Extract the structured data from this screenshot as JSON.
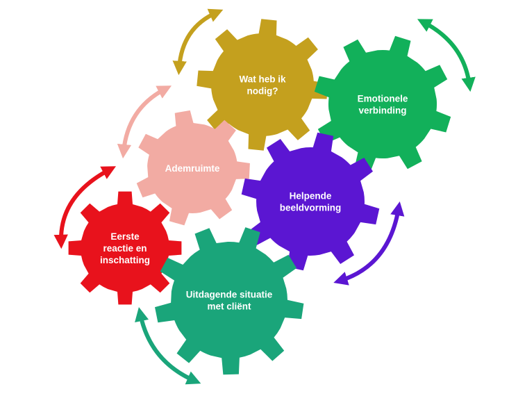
{
  "diagram": {
    "gears": [
      {
        "id": "wat-heb-ik-nodig",
        "lines": [
          "Wat heb ik",
          "nodig?"
        ],
        "color": "#C4A01E"
      },
      {
        "id": "emotionele-verbinding",
        "lines": [
          "Emotionele",
          "verbinding"
        ],
        "color": "#12B05A"
      },
      {
        "id": "ademruimte",
        "lines": [
          "Ademruimte"
        ],
        "color": "#F2ABA3"
      },
      {
        "id": "helpende-beeldvorming",
        "lines": [
          "Helpende",
          "beeldvorming"
        ],
        "color": "#5B16D2"
      },
      {
        "id": "eerste-reactie",
        "lines": [
          "Eerste",
          "reactie en",
          "inschatting"
        ],
        "color": "#E8121C"
      },
      {
        "id": "uitdagende-situatie",
        "lines": [
          "Uitdagende situatie",
          "met cliënt"
        ],
        "color": "#1AA57A"
      }
    ],
    "arrows": [
      {
        "id": "arrow-gold",
        "color": "#C4A01E"
      },
      {
        "id": "arrow-green",
        "color": "#12B05A"
      },
      {
        "id": "arrow-pink",
        "color": "#F2ABA3"
      },
      {
        "id": "arrow-red",
        "color": "#E8121C"
      },
      {
        "id": "arrow-teal",
        "color": "#1AA57A"
      },
      {
        "id": "arrow-purple",
        "color": "#5B16D2"
      }
    ]
  }
}
